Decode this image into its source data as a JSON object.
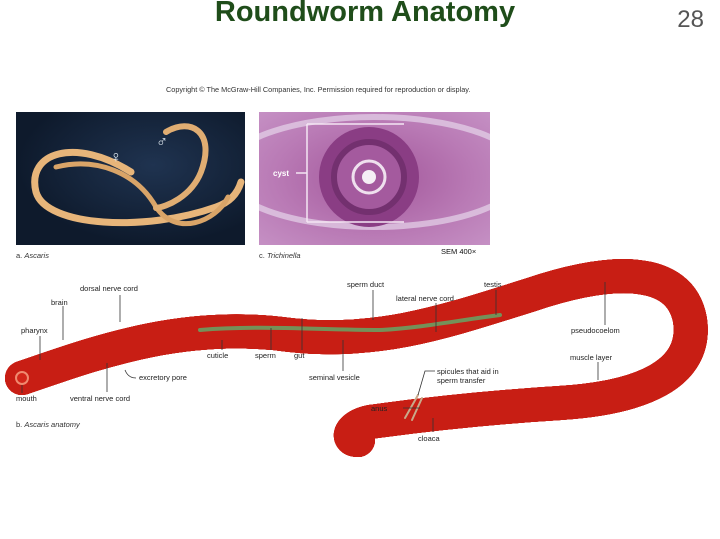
{
  "slide": {
    "title": "Roundworm Anatomy",
    "page_number": "28",
    "copyright": "Copyright © The McGraw-Hill Companies, Inc. Permission required for reproduction or display.",
    "title_color": "#1f4d1a"
  },
  "photos": {
    "a": {
      "caption_letter": "a.",
      "caption_name": "Ascaris",
      "female_symbol": "♀",
      "male_symbol": "♂"
    },
    "c": {
      "caption_letter": "c.",
      "caption_name": "Trichinella",
      "cyst_label": "cyst",
      "magnification": "SEM 400×"
    }
  },
  "diagram": {
    "caption_letter": "b.",
    "caption_name": "Ascaris anatomy",
    "labels": {
      "dorsal_nerve_cord": "dorsal nerve cord",
      "brain": "brain",
      "pharynx": "pharynx",
      "mouth": "mouth",
      "ventral_nerve_cord": "ventral nerve cord",
      "excretory_pore": "excretory pore",
      "cuticle": "cuticle",
      "sperm": "sperm",
      "gut": "gut",
      "seminal_vesicle": "seminal vesicle",
      "sperm_duct": "sperm duct",
      "lateral_nerve_cord": "lateral nerve cord",
      "testis": "testis",
      "pseudocoelom": "pseudocoelom",
      "muscle_layer": "muscle layer",
      "spicules_1": "spicules that aid in",
      "spicules_2": "sperm transfer",
      "anus": "anus",
      "cloaca": "cloaca"
    }
  }
}
